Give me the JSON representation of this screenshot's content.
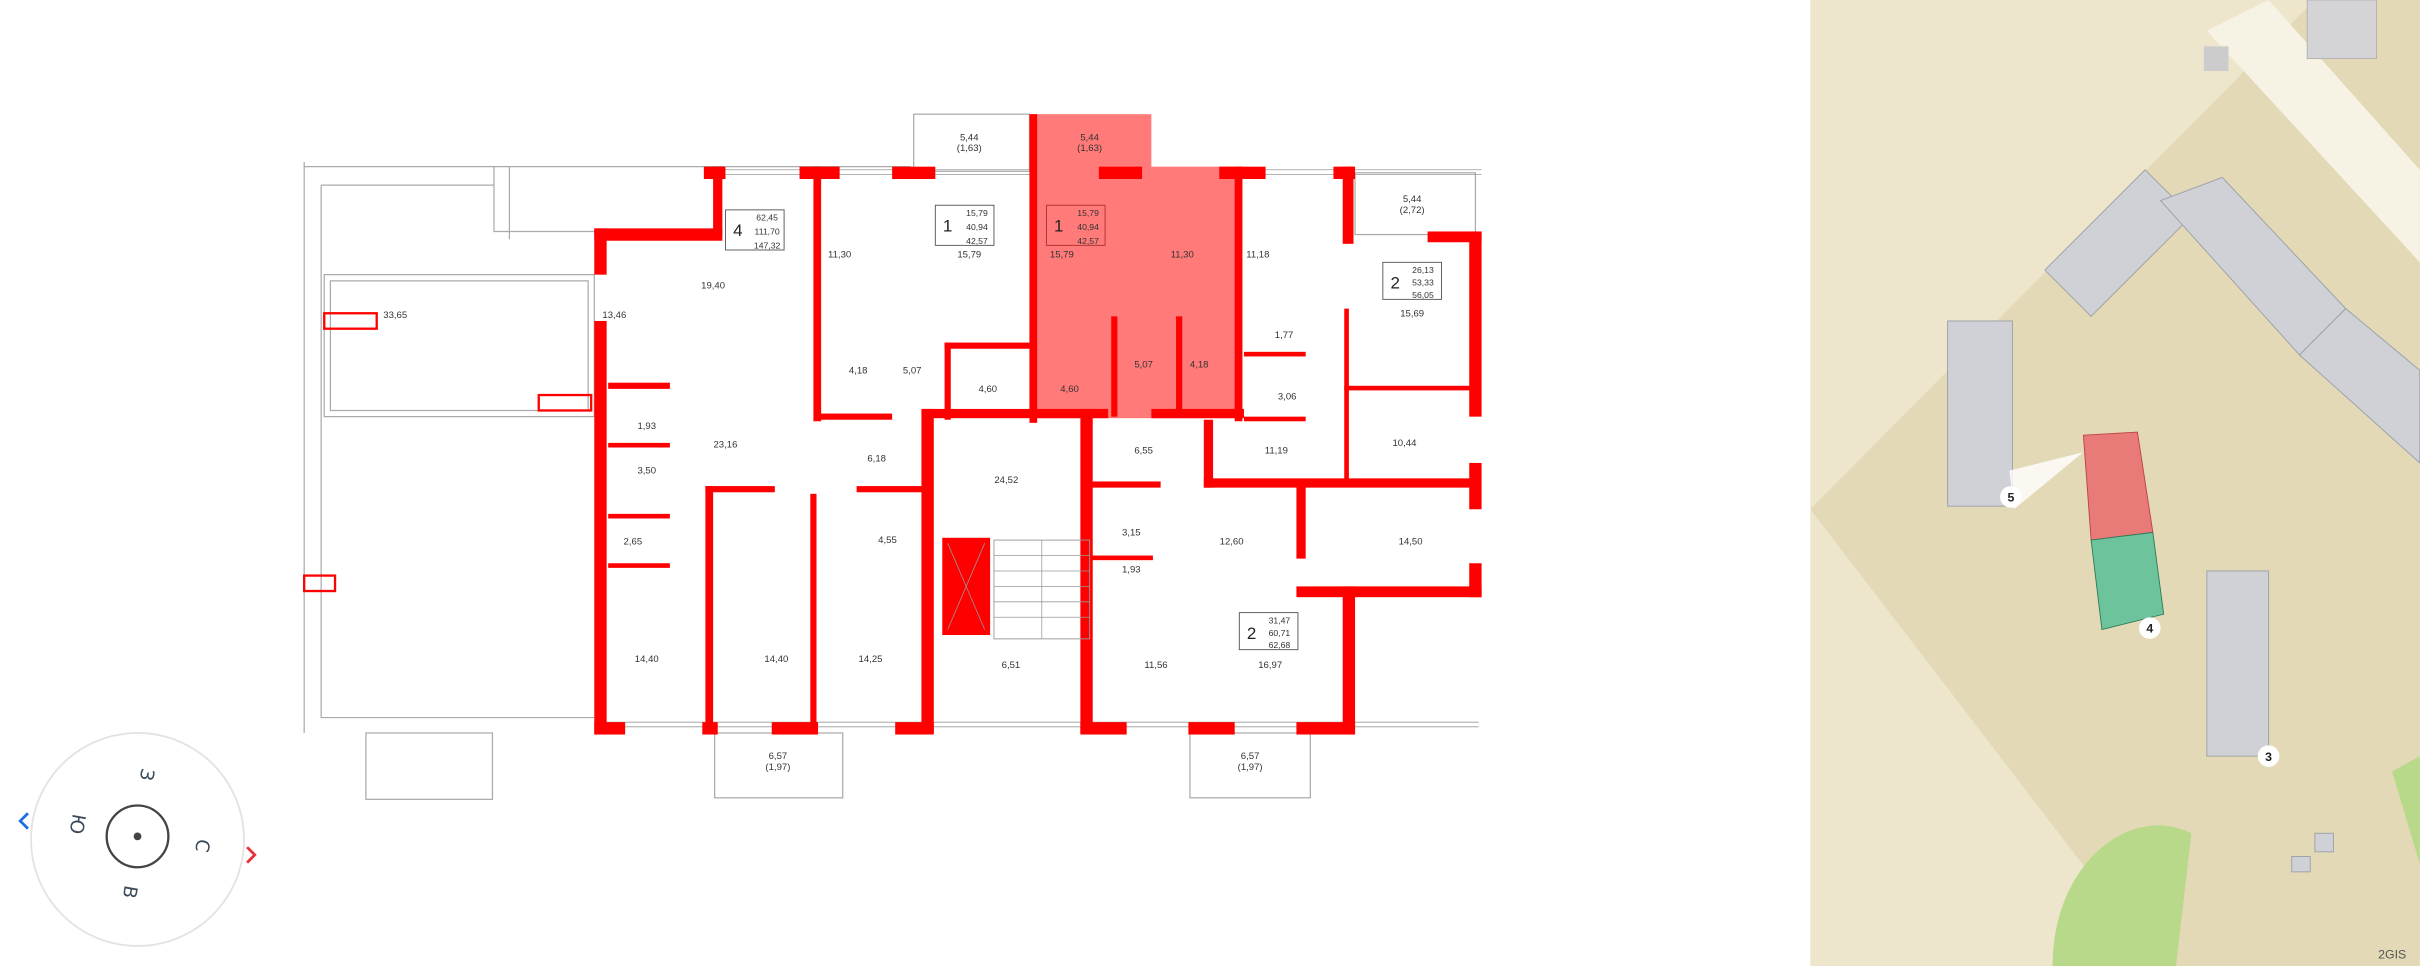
{
  "floorplan": {
    "highlight_color": "#ff7a78",
    "wall_color": "#ff0000",
    "apartments": [
      {
        "rooms": "4",
        "areas": [
          "62,45",
          "111,70",
          "147,32"
        ]
      },
      {
        "rooms": "1",
        "areas": [
          "15,79",
          "40,94",
          "42,57"
        ]
      },
      {
        "rooms": "1",
        "areas": [
          "15,79",
          "40,94",
          "42,57"
        ],
        "selected": true
      },
      {
        "rooms": "2",
        "areas": [
          "26,13",
          "53,33",
          "56,05"
        ]
      },
      {
        "rooms": "2",
        "areas": [
          "31,47",
          "60,71",
          "62,68"
        ]
      }
    ],
    "balconies": [
      {
        "area": "5,44",
        "reduced": "(1,63)"
      },
      {
        "area": "5,44",
        "reduced": "(1,63)"
      },
      {
        "area": "5,44",
        "reduced": "(2,72)"
      },
      {
        "area": "6,57",
        "reduced": "(1,97)"
      },
      {
        "area": "6,57",
        "reduced": "(1,97)"
      }
    ],
    "rooms": [
      "33,65",
      "13,46",
      "19,40",
      "11,30",
      "15,79",
      "15,79",
      "11,30",
      "4,60",
      "5,07",
      "4,18",
      "4,18",
      "5,07",
      "4,60",
      "11,18",
      "15,69",
      "1,77",
      "3,06",
      "11,19",
      "10,44",
      "6,55",
      "1,93",
      "3,50",
      "2,65",
      "23,16",
      "6,18",
      "24,52",
      "4,55",
      "3,15",
      "12,60",
      "14,50",
      "1,93",
      "14,40",
      "14,40",
      "14,25",
      "6,51",
      "11,56",
      "16,97"
    ]
  },
  "compass": {
    "north": "С",
    "south": "Ю",
    "east": "В",
    "west": "З",
    "rotate_left_icon": "chevron-left",
    "rotate_right_icon": "chevron-right"
  },
  "map": {
    "buildings": [
      "5",
      "4",
      "3"
    ],
    "selected_color": "#e87a78",
    "floor_color": "#6dc39c",
    "brand": "2GIS"
  }
}
